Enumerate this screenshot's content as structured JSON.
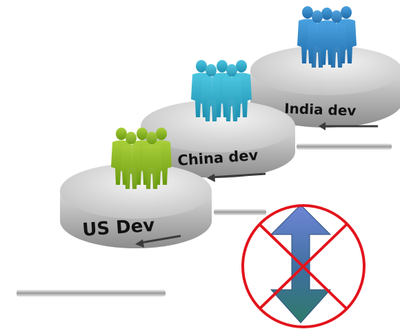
{
  "diagram": {
    "teams": [
      {
        "label": "India dev",
        "people_color": "#2b86c8"
      },
      {
        "label": "China dev",
        "people_color": "#2aaed0"
      },
      {
        "label": "US Dev",
        "people_color": "#8dbb1e"
      }
    ],
    "disc_color": "#c7c7c7",
    "arrow_color": "#3f6f9f",
    "prohibition_color": "#e2141c"
  }
}
